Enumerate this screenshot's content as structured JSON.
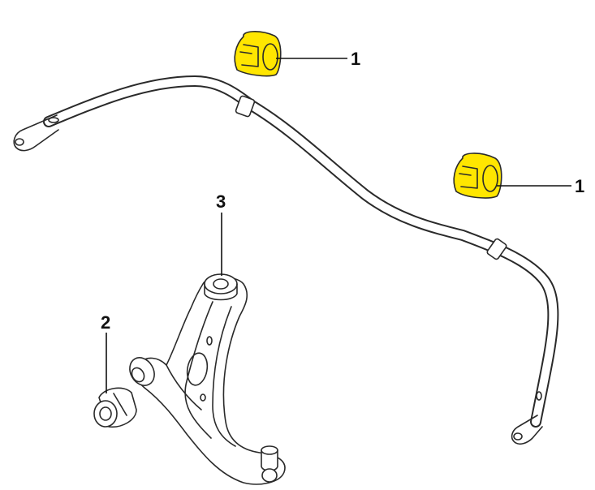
{
  "callouts": {
    "bushing_left": "1",
    "bushing_right": "1",
    "rear_bushing": "2",
    "front_bushing": "3"
  },
  "colors": {
    "highlight": "#ffe600",
    "line": "#2a2a2a",
    "background": "#ffffff"
  }
}
